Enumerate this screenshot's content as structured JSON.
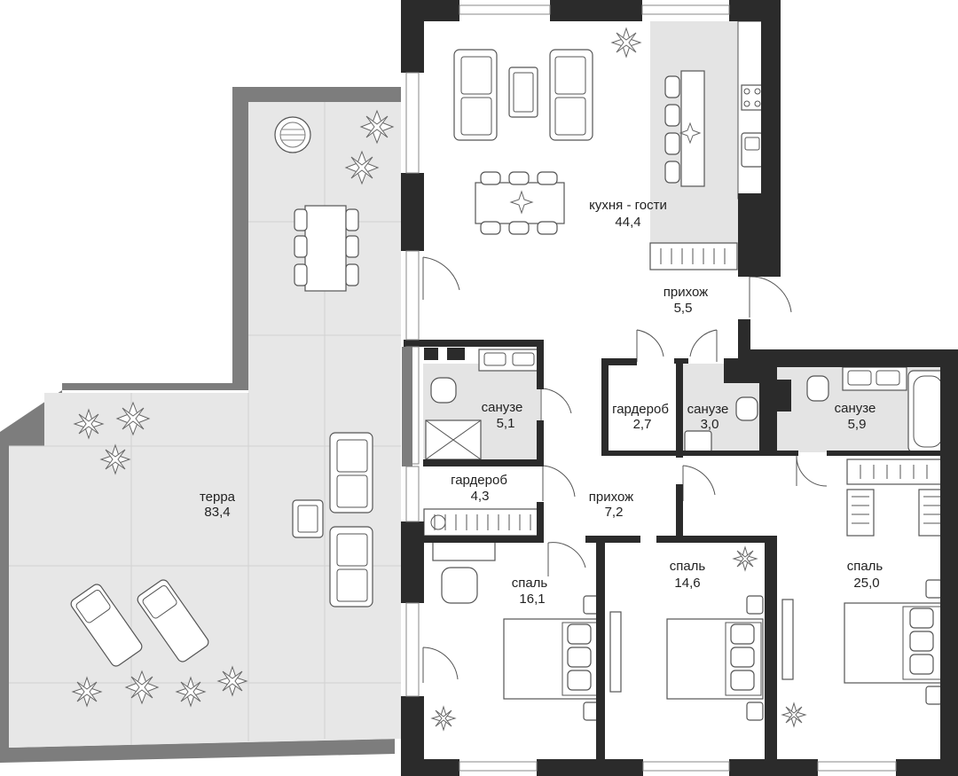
{
  "plan": {
    "rooms": [
      {
        "id": "kitchen",
        "name": "кухня - гости",
        "area": "44,4"
      },
      {
        "id": "hall-top",
        "name": "прихож",
        "area": "5,5"
      },
      {
        "id": "bath-left",
        "name": "санузе",
        "area": "5,1"
      },
      {
        "id": "closet-mid",
        "name": "гардероб",
        "area": "2,7"
      },
      {
        "id": "bath-mid",
        "name": "санузе",
        "area": "3,0"
      },
      {
        "id": "bath-right",
        "name": "санузе",
        "area": "5,9"
      },
      {
        "id": "closet-left",
        "name": "гардероб",
        "area": "4,3"
      },
      {
        "id": "hall-mid",
        "name": "прихож",
        "area": "7,2"
      },
      {
        "id": "terrace",
        "name": "терра",
        "area": "83,4"
      },
      {
        "id": "bedroom-1",
        "name": "спаль",
        "area": "16,1"
      },
      {
        "id": "bedroom-2",
        "name": "спаль",
        "area": "14,6"
      },
      {
        "id": "bedroom-3",
        "name": "спаль",
        "area": "25,0"
      }
    ],
    "colors": {
      "wall": "#2b2b2b",
      "terrace_wall": "#7d7d7d",
      "terrace_floor": "#e7e7e7",
      "tile_floor": "#e4e4e4",
      "room_floor": "#ffffff"
    }
  }
}
